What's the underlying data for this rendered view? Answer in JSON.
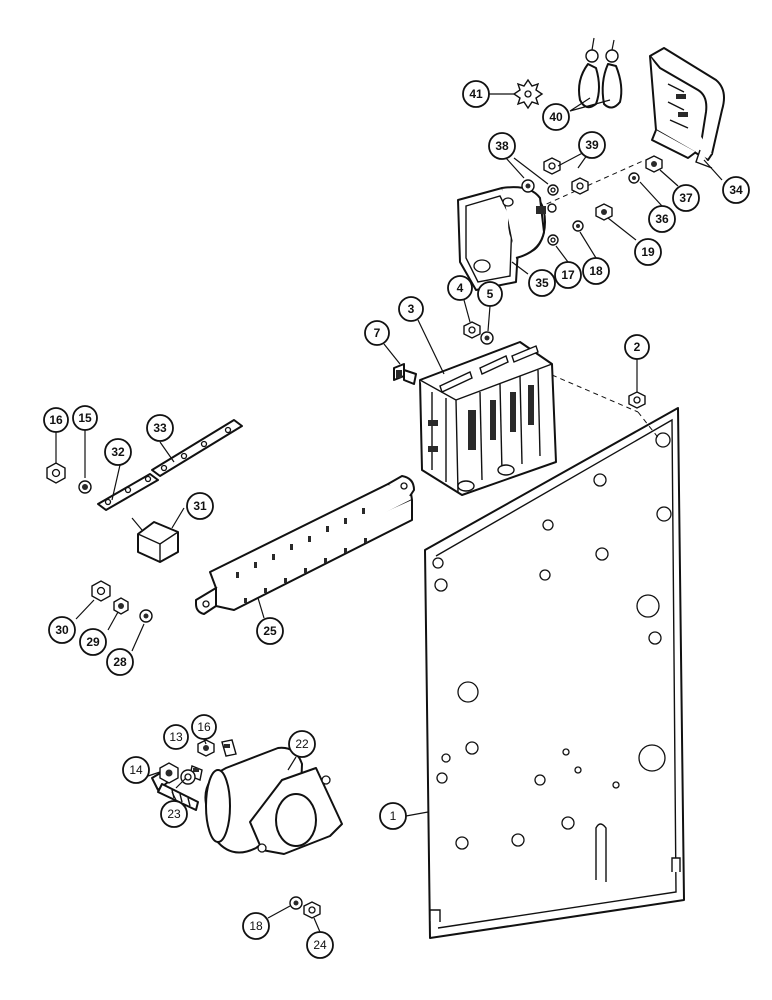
{
  "callouts": [
    {
      "id": "c1",
      "label": "1"
    },
    {
      "id": "c2",
      "label": "2"
    },
    {
      "id": "c3",
      "label": "3"
    },
    {
      "id": "c4",
      "label": "4"
    },
    {
      "id": "c5",
      "label": "5"
    },
    {
      "id": "c7",
      "label": "7"
    },
    {
      "id": "c13",
      "label": "13"
    },
    {
      "id": "c14",
      "label": "14"
    },
    {
      "id": "c15",
      "label": "15"
    },
    {
      "id": "c16a",
      "label": "16"
    },
    {
      "id": "c16b",
      "label": "16"
    },
    {
      "id": "c17",
      "label": "17"
    },
    {
      "id": "c18a",
      "label": "18"
    },
    {
      "id": "c18b",
      "label": "18"
    },
    {
      "id": "c19",
      "label": "19"
    },
    {
      "id": "c22",
      "label": "22"
    },
    {
      "id": "c23",
      "label": "23"
    },
    {
      "id": "c24",
      "label": "24"
    },
    {
      "id": "c25",
      "label": "25"
    },
    {
      "id": "c28",
      "label": "28"
    },
    {
      "id": "c29",
      "label": "29"
    },
    {
      "id": "c30",
      "label": "30"
    },
    {
      "id": "c31",
      "label": "31"
    },
    {
      "id": "c32",
      "label": "32"
    },
    {
      "id": "c33",
      "label": "33"
    },
    {
      "id": "c34",
      "label": "34"
    },
    {
      "id": "c35",
      "label": "35"
    },
    {
      "id": "c36",
      "label": "36"
    },
    {
      "id": "c37",
      "label": "37"
    },
    {
      "id": "c38",
      "label": "38"
    },
    {
      "id": "c39",
      "label": "39"
    },
    {
      "id": "c40",
      "label": "40"
    },
    {
      "id": "c41",
      "label": "41"
    }
  ],
  "colors": {
    "line": "#111111",
    "background": "#ffffff"
  }
}
